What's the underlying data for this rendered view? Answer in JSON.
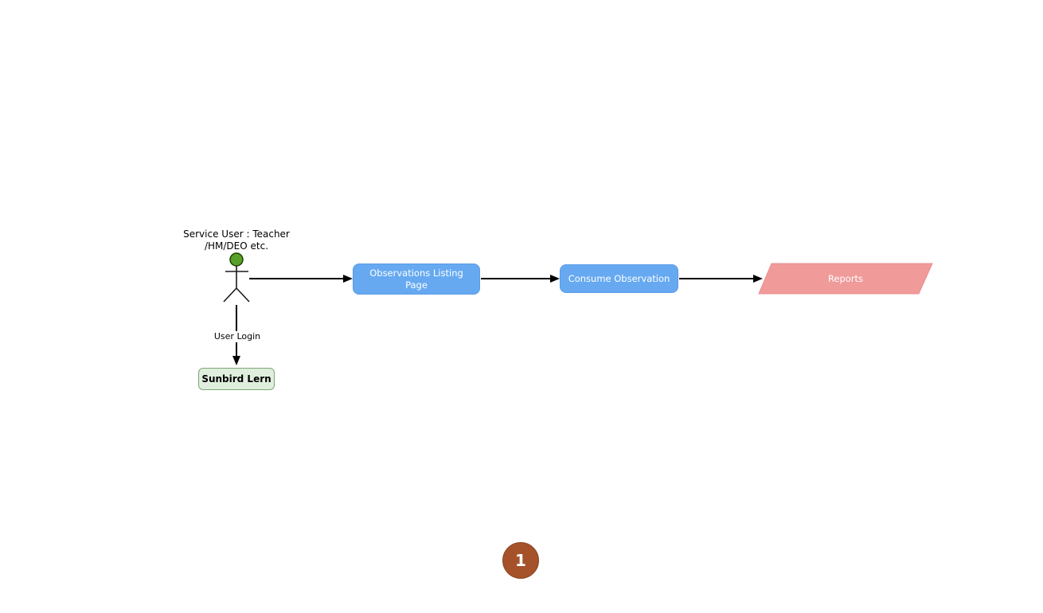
{
  "canvas": {
    "background": "#FFFFFF"
  },
  "actor": {
    "label_line1": "Service User : Teacher",
    "label_line2": "/HM/DEO etc.",
    "head_fill": "#57A12B",
    "head_stroke": "#1E4200"
  },
  "nodes": {
    "observations_listing": {
      "label": "Observations Listing Page",
      "shape": "rounded-rect",
      "fill": "#66A9F1",
      "text_color": "#FFFFFF"
    },
    "consume_observation": {
      "label": "Consume Observation",
      "shape": "rounded-rect",
      "fill": "#66A9F1",
      "text_color": "#FFFFFF"
    },
    "reports": {
      "label": "Reports",
      "shape": "parallelogram",
      "fill": "#F09A9A",
      "text_color": "#FFFFFF"
    },
    "sunbird_lern": {
      "label": "Sunbird Lern",
      "shape": "rounded-rect",
      "fill": "#DFEEDD",
      "border": "#7FA878",
      "text_color": "#000000"
    }
  },
  "edges": {
    "user_login_label": "User Login",
    "line_color": "#000000"
  },
  "pagination": {
    "current_page": "1",
    "fill": "#A5522B",
    "text_color": "#FFFFFF"
  }
}
